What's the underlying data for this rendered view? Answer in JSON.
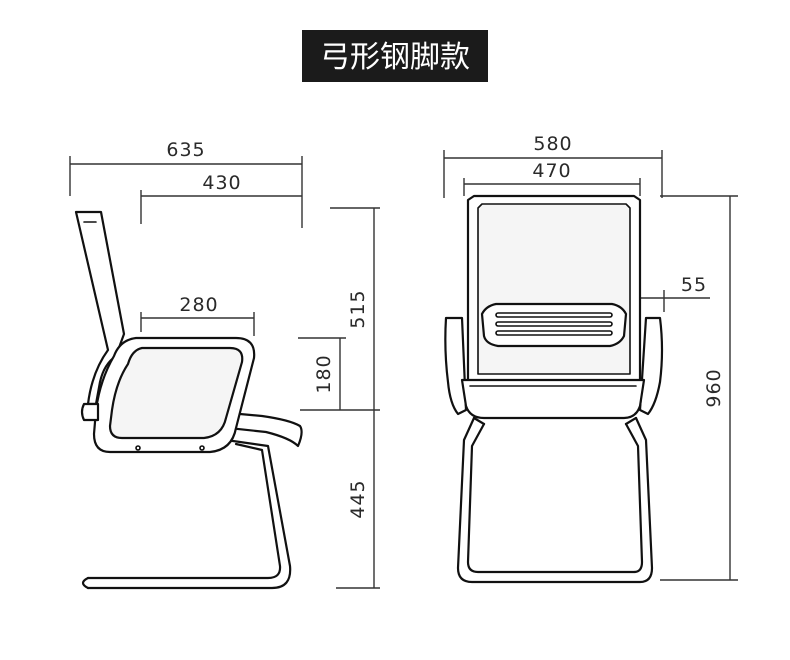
{
  "title": "弓形钢脚款",
  "dimensions": {
    "side_total_depth": "635",
    "side_seat_depth": "430",
    "side_armrest_length": "280",
    "side_backrest_height": "515",
    "side_armrest_height": "180",
    "side_seat_height": "445",
    "front_total_width": "580",
    "front_backrest_width": "470",
    "front_armrest_width": "55",
    "front_total_height": "960"
  }
}
